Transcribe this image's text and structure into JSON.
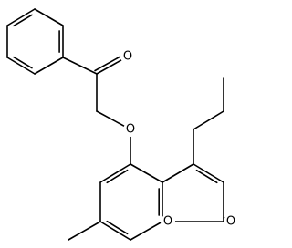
{
  "structure": {
    "atom_labels": {
      "ketone_oxygen": "O",
      "ether_oxygen": "O",
      "ring_oxygen": "O",
      "lactone_oxygen": "O"
    },
    "colors": {
      "bond": "#000000",
      "background": "#ffffff"
    }
  }
}
